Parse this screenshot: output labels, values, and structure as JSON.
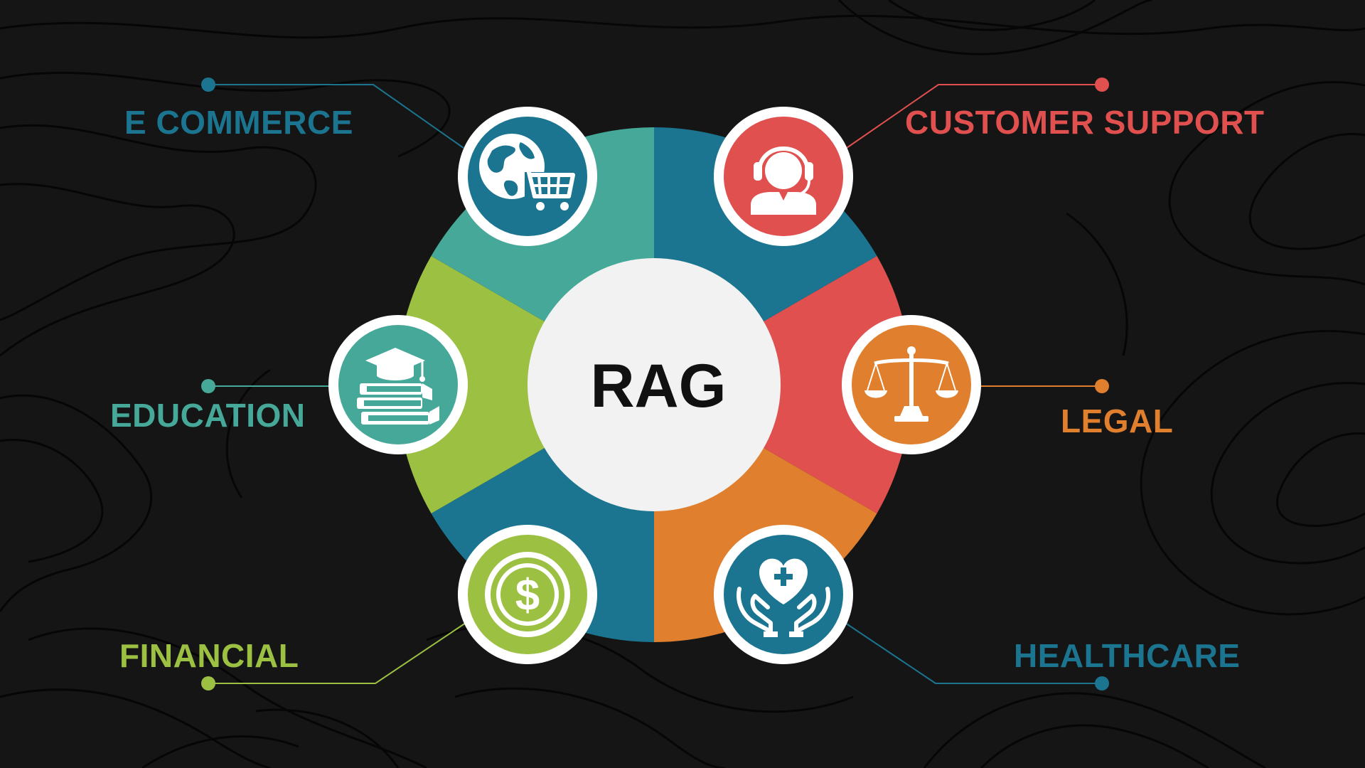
{
  "center": {
    "title": "RAG"
  },
  "segments": [
    {
      "id": "ecommerce",
      "label": "E COMMERCE",
      "color": "#1b7590",
      "icon": "globe-cart-icon"
    },
    {
      "id": "customer_support",
      "label": "CUSTOMER SUPPORT",
      "color": "#e0504f",
      "icon": "headset-agent-icon"
    },
    {
      "id": "legal",
      "label": "LEGAL",
      "color": "#e07f2d",
      "icon": "scales-of-justice-icon"
    },
    {
      "id": "healthcare",
      "label": "HEALTHCARE",
      "color": "#1b7590",
      "icon": "heart-in-hands-icon"
    },
    {
      "id": "financial",
      "label": "FINANCIAL",
      "color": "#9bc042",
      "icon": "dollar-coin-icon"
    },
    {
      "id": "education",
      "label": "EDUCATION",
      "color": "#45a898",
      "icon": "graduation-books-icon"
    }
  ],
  "colors": {
    "background": "#151515",
    "center_fill": "#f2f2f2",
    "center_text": "#111111",
    "icon_ring": "#ffffff"
  }
}
